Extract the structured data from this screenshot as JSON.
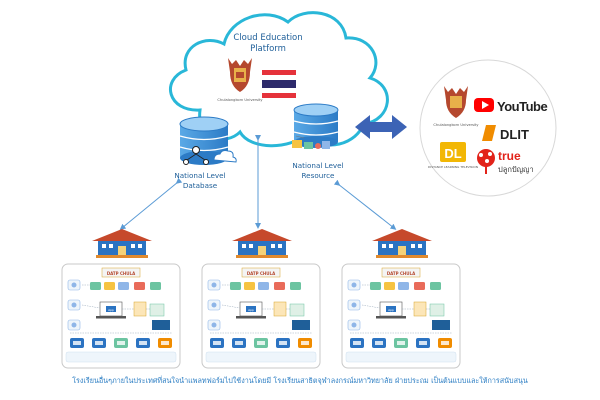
{
  "cloud": {
    "title_line1": "Cloud Education",
    "title_line2": "Platform",
    "university_caption": "Chulalongkorn University",
    "flag": "thailand-flag"
  },
  "nodes": {
    "database_line1": "National Level",
    "database_line2": "Database",
    "resource_line1": "National Level",
    "resource_line2": "Resource"
  },
  "partners": {
    "university_caption": "Chulalongkorn University",
    "youtube": "YouTube",
    "dlit": "DLIT",
    "dltv_logo": "DL",
    "dltv_caption": "DISTANCE LEARNING TELEVISION",
    "true_brand": "true",
    "true_sub": "ปลูกปัญญา"
  },
  "schools": [
    {
      "banner": "DATP CHULA",
      "mini_app": "App"
    },
    {
      "banner": "DATP CHULA",
      "mini_app": "App"
    },
    {
      "banner": "DATP CHULA",
      "mini_app": "App"
    }
  ],
  "caption": "โรงเรียนอื่นๆภายในประเทศที่สนใจนำแพลทฟอร์มไปใช้งานโดยมี โรงเรียนสาธิตจุฬาลงกรณ์มหาวิทยาลัย ฝ่ายประถม เป็นต้นแบบและให้การสนับสนุน",
  "colors": {
    "cloud_stroke": "#29b7d8",
    "link_blue": "#5b9bd5",
    "arrow_blue": "#3c63b5",
    "roof": "#c6492b",
    "wall": "#2b73c2",
    "youtube_red": "#ff0000",
    "dlit_orange": "#f08c00",
    "dltv_yellow": "#f2b705",
    "true_red": "#e2231a"
  }
}
